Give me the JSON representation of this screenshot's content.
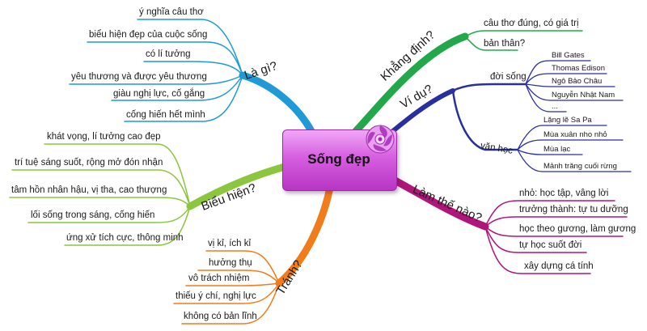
{
  "center": {
    "label": "Sống đẹp",
    "color": "#c94fd6"
  },
  "branches": {
    "la_gi": {
      "label": "Là gì?",
      "color": "#1f9ad6",
      "leaves": [
        "ý nghĩa câu thơ",
        "biểu hiện đẹp của cuộc sống",
        "có lí tưởng",
        "yêu thương và được yêu thương",
        "giàu nghị lực, cố gắng",
        "cống hiến hết mình"
      ]
    },
    "khang_dinh": {
      "label": "Khẳng định?",
      "color": "#22a84a",
      "leaves": [
        "câu thơ đúng, có giá trị",
        "bản thân?"
      ]
    },
    "vi_du": {
      "label": "Ví dụ?",
      "color": "#2a2f9e",
      "doi_song": {
        "label": "đời sống",
        "leaves": [
          "Bill Gates",
          "Thomas Edison",
          "Ngô Bảo Châu",
          "Nguyễn Nhật Nam",
          "..."
        ]
      },
      "van_hoc": {
        "label": "văn học",
        "leaves": [
          "Lặng lẽ Sa Pa",
          "Mùa xuân nho nhỏ",
          "Mùa lạc",
          "Mảnh trăng cuối rừng"
        ]
      }
    },
    "bieu_hien": {
      "label": "Biểu hiện?",
      "color": "#8cc63f",
      "leaves": [
        "khát vọng, lí tưởng cao đẹp",
        "trí tuệ sáng suốt, rộng mở đón nhận",
        "tâm hồn nhân hậu, vị tha, cao thượng",
        "lối sống trong sáng, cống hiến",
        "ứng xử tích cực, thông minh"
      ]
    },
    "tranh": {
      "label": "Tránh?",
      "color": "#f07c1a",
      "leaves": [
        "vị kỉ, ích kỉ",
        "hưởng thụ",
        "vô trách nhiệm",
        "thiếu ý chí, nghị lực",
        "không có bản lĩnh"
      ]
    },
    "lam_the_nao": {
      "label": "Làm thế nào?",
      "color": "#b0157a",
      "leaves": [
        "nhỏ: học tập, vâng lời",
        "trưởng thành: tự tu dưỡng",
        "học theo gương, làm gương",
        "tự học suốt đời",
        "xây dựng cá tính"
      ]
    }
  }
}
